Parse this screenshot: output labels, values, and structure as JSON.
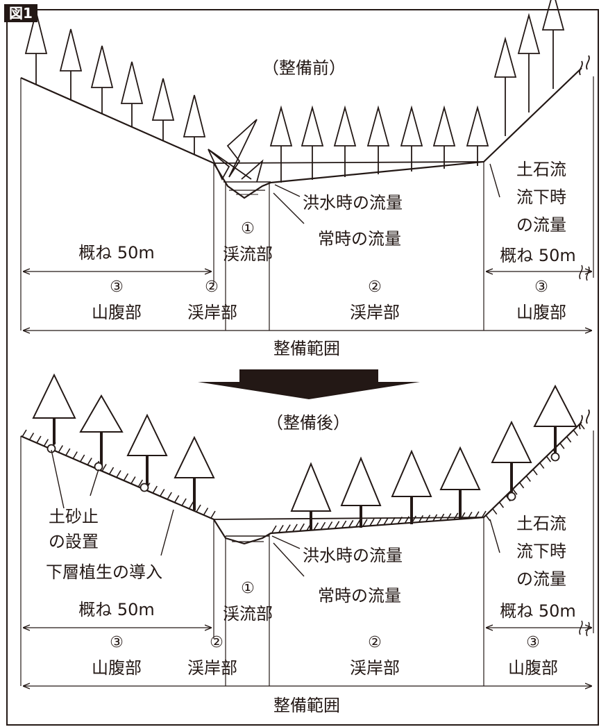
{
  "figure_label": "図1",
  "before": {
    "title": "（整備前）",
    "flood_flow": "洪水時の流量",
    "normal_flow": "常時の流量",
    "debris_line1": "土石流",
    "debris_line2": "流下時",
    "debris_line3": "の流量",
    "width_left": "概ね 50m",
    "width_right": "概ね 50m",
    "zone1_num": "①",
    "zone1_name": "渓流部",
    "zone2_num": "②",
    "zone2_name": "渓岸部",
    "zone3_num": "③",
    "zone3_name": "山腹部",
    "range": "整備範囲"
  },
  "after": {
    "title": "（整備後）",
    "sediment_line1": "土砂止",
    "sediment_line2": "の設置",
    "undergrowth": "下層植生の導入",
    "flood_flow": "洪水時の流量",
    "normal_flow": "常時の流量",
    "debris_line1": "土石流",
    "debris_line2": "流下時",
    "debris_line3": "の流量",
    "width_left": "概ね 50m",
    "width_right": "概ね 50m",
    "zone1_num": "①",
    "zone1_name": "渓流部",
    "zone2_num": "②",
    "zone2_name": "渓岸部",
    "zone3_num": "③",
    "zone3_name": "山腹部",
    "range": "整備範囲"
  }
}
